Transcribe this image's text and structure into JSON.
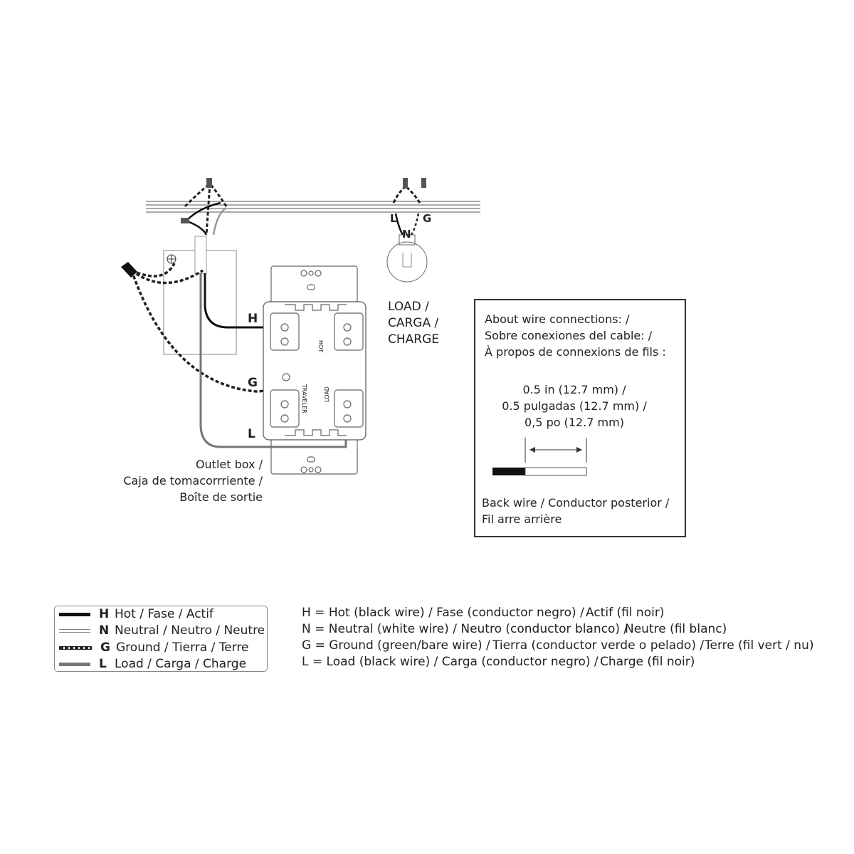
{
  "diagram": {
    "wire_labels": {
      "hot": "H",
      "ground": "G",
      "load": "L",
      "load_fixture_l": "L",
      "load_fixture_n": "N",
      "load_fixture_g": "G"
    },
    "terminal_labels": {
      "hot": "HOT",
      "traveler": "TRAVELER",
      "load": "LOAD"
    },
    "load_label": [
      "LOAD /",
      "CARGA /",
      "CHARGE"
    ],
    "outlet_box_label": [
      "Outlet box /",
      "Caja de tomacorrriente /",
      "Boîte de sortie"
    ]
  },
  "info_box": {
    "title": [
      "About wire connections: /",
      "Sobre conexiones del cable: /",
      "À propos de connexions de fils :"
    ],
    "strip_length": [
      "0.5 in (12.7 mm) /",
      "0.5 pulgadas (12.7 mm) /",
      "0,5 po (12.7 mm)"
    ],
    "back_wire": [
      "Back wire / Conductor posterior /",
      "Fil arre arrière"
    ]
  },
  "legend": {
    "items": [
      {
        "letter": "H",
        "text": "Hot / Fase / Actif",
        "color": "#111111"
      },
      {
        "letter": "N",
        "text": "Neutral / Neutro / Neutre",
        "color": "#ffffff"
      },
      {
        "letter": "G",
        "text": "Ground / Tierra / Terre",
        "color": "#222222"
      },
      {
        "letter": "L",
        "text": "Load / Carga / Charge",
        "color": "#777777"
      }
    ]
  },
  "definitions": [
    {
      "main": "H = Hot (black wire) / Fase (conductor negro) /",
      "overlap": "Actif (fil noir)"
    },
    {
      "main": "N = Neutral (white wire) / Neutro (conductor blanco) /",
      "overlap": "Neutre (fil blanc)"
    },
    {
      "main": "G = Ground (green/bare wire) /",
      "overlap": "Tierra (conductor verde o pelado) /",
      "overlap2": "Terre (fil vert / nu)"
    },
    {
      "main": "L = Load (black wire) / Carga (conductor negro) /",
      "overlap": "Charge (fil noir)"
    }
  ]
}
